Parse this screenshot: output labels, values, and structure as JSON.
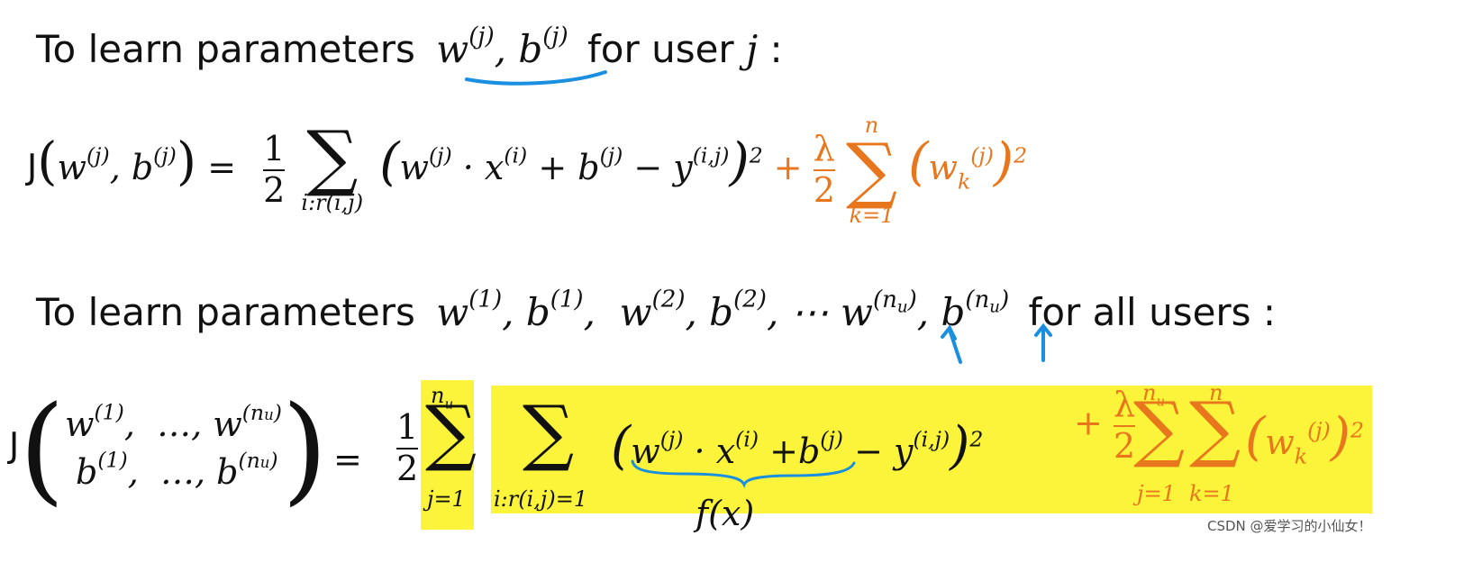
{
  "heading1": {
    "text": "To learn parameters",
    "tail": "for user"
  },
  "heading2": {
    "text": "To learn parameters",
    "tail": "for all users"
  },
  "annotation": {
    "fx": "f(x)"
  },
  "watermark": "CSDN @爱学习的小仙女！",
  "colors": {
    "highlight": "#fbf43a",
    "regularization": "#e8761d",
    "pen": "#1a8fe0"
  }
}
